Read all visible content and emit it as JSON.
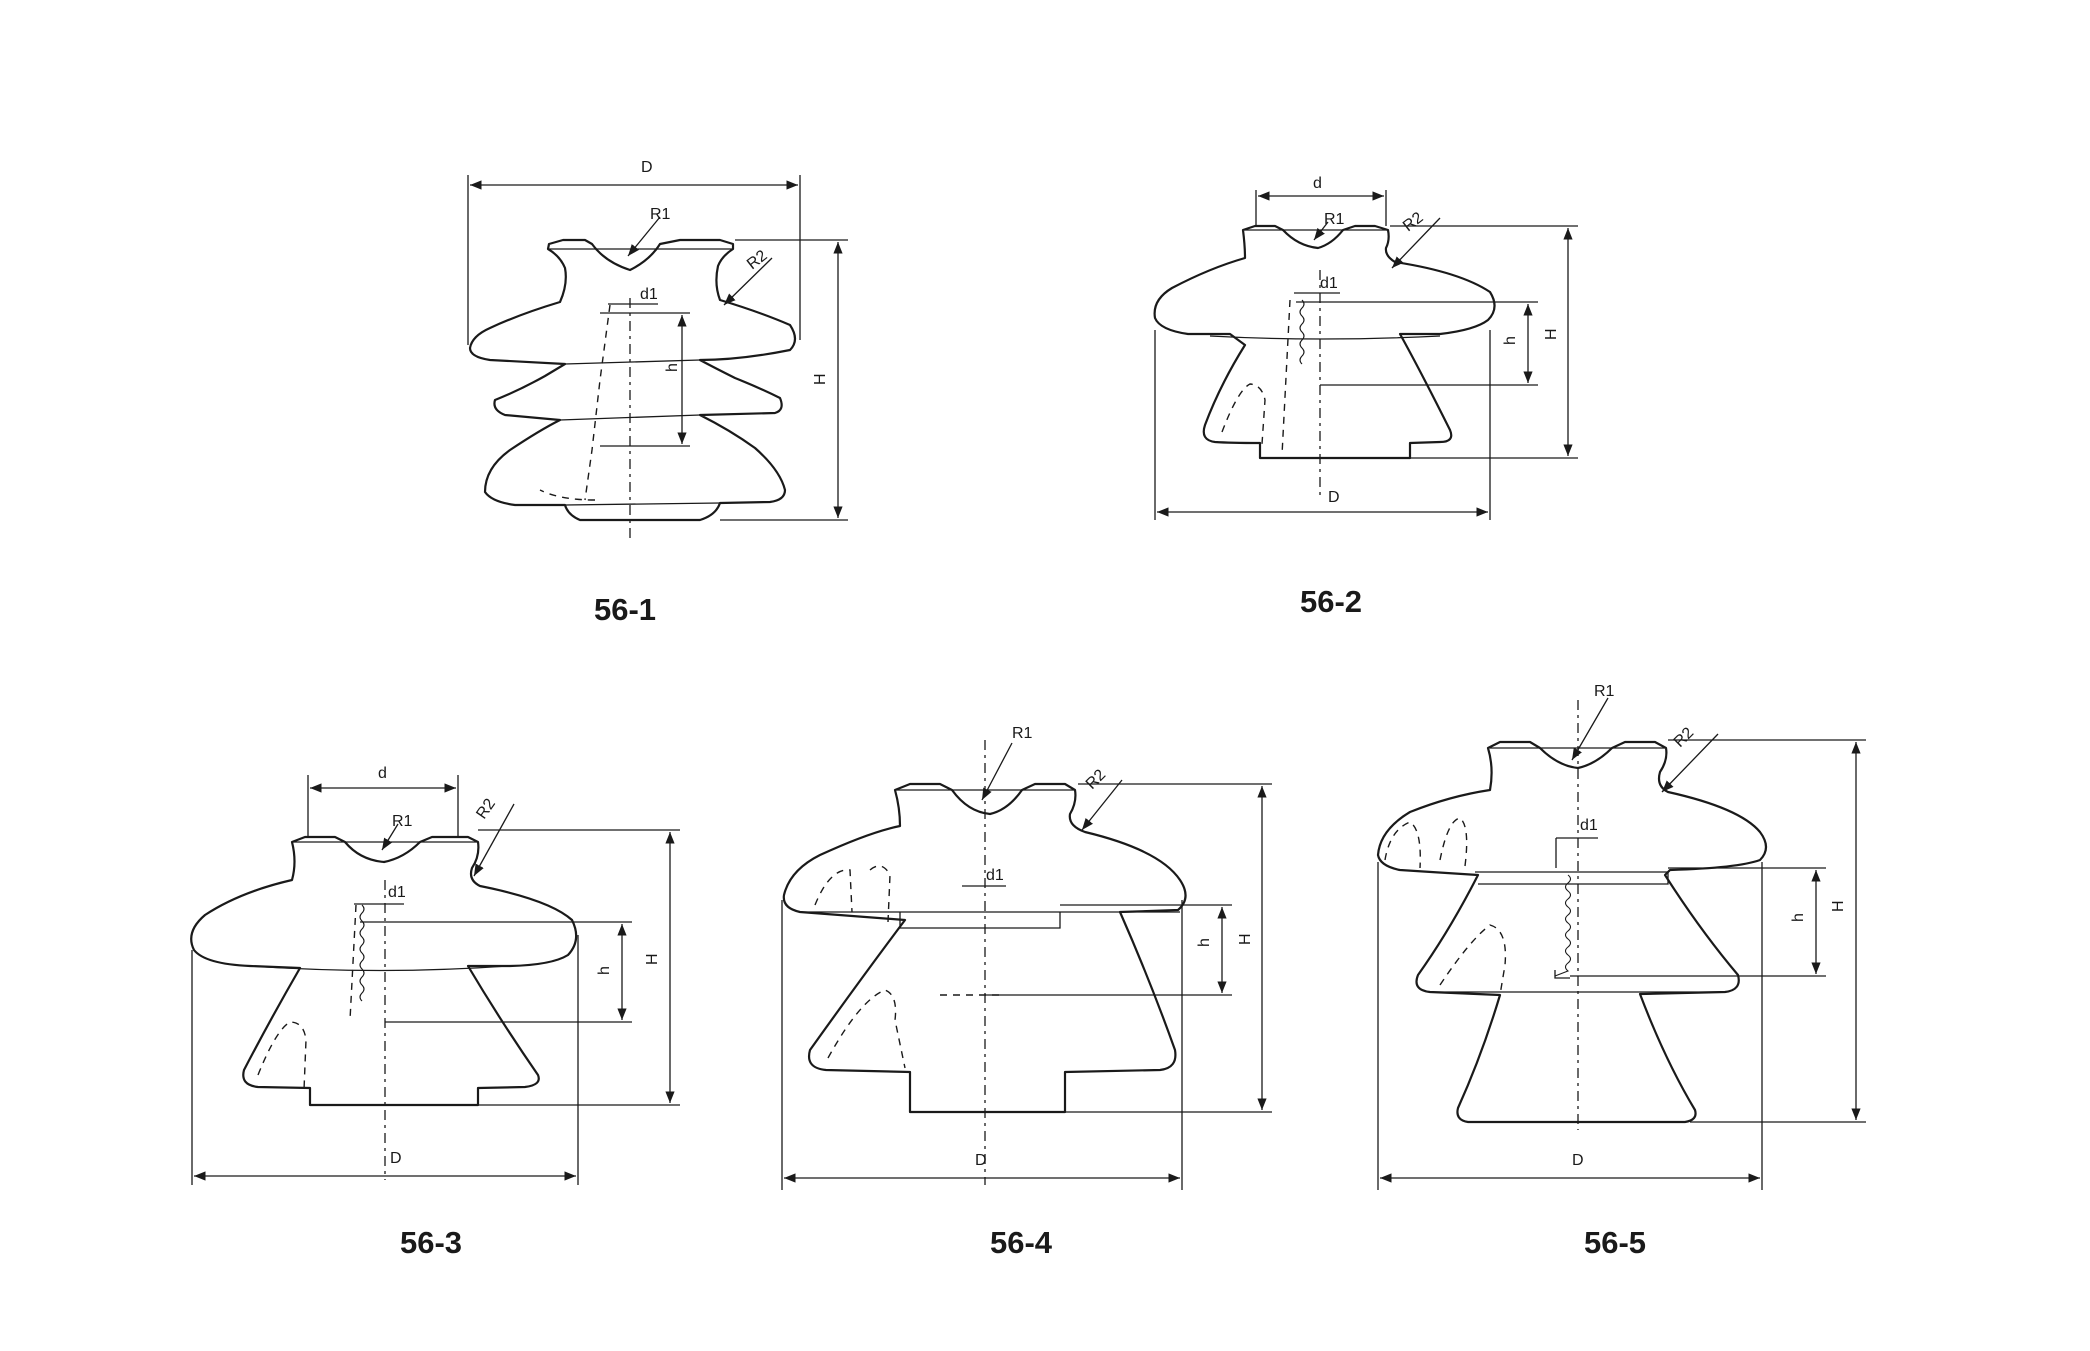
{
  "drawings": [
    {
      "caption": "56-1",
      "labels": {
        "D": "D",
        "R1": "R1",
        "R2": "R2",
        "d1": "d1",
        "h": "h",
        "H": "H"
      }
    },
    {
      "caption": "56-2",
      "labels": {
        "d": "d",
        "R1": "R1",
        "R2": "R2",
        "d1": "d1",
        "h": "h",
        "H": "H",
        "D": "D"
      }
    },
    {
      "caption": "56-3",
      "labels": {
        "d": "d",
        "R1": "R1",
        "R2": "R2",
        "d1": "d1",
        "h": "h",
        "H": "H",
        "D": "D"
      }
    },
    {
      "caption": "56-4",
      "labels": {
        "R1": "R1",
        "R2": "R2",
        "d1": "d1",
        "h": "h",
        "H": "H",
        "D": "D"
      }
    },
    {
      "caption": "56-5",
      "labels": {
        "R1": "R1",
        "R2": "R2",
        "d1": "d1",
        "h": "h",
        "H": "H",
        "D": "D"
      }
    }
  ]
}
